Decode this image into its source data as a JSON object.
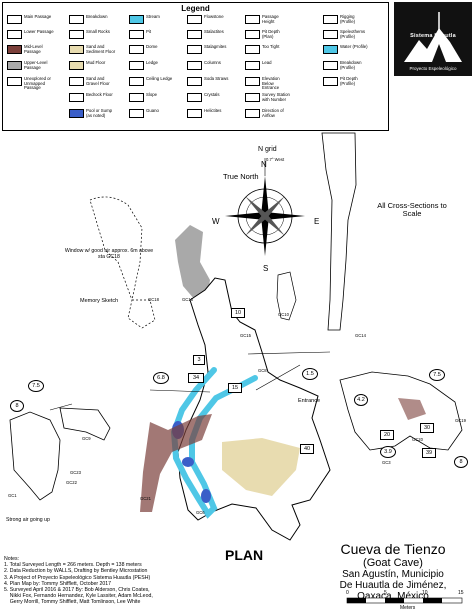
{
  "legend": {
    "title": "Legend",
    "items": [
      {
        "label": "Main Passage",
        "col": 0,
        "row": 0
      },
      {
        "label": "Lower Passage",
        "col": 0,
        "row": 1
      },
      {
        "label": "Mid-Level Passage",
        "col": 0,
        "row": 2
      },
      {
        "label": "Upper-Level Passage",
        "col": 0,
        "row": 3
      },
      {
        "label": "Unexplored or Unmapped Passage",
        "col": 0,
        "row": 4
      },
      {
        "label": "Breakdown",
        "col": 1,
        "row": 0
      },
      {
        "label": "Small Rocks",
        "col": 1,
        "row": 1
      },
      {
        "label": "Sand and Sediment Floor",
        "col": 1,
        "row": 2
      },
      {
        "label": "Mud Floor",
        "col": 1,
        "row": 3
      },
      {
        "label": "Sand and Gravel Floor",
        "col": 1,
        "row": 4
      },
      {
        "label": "Bedrock Floor",
        "col": 1,
        "row": 5
      },
      {
        "label": "Pool or Sump (as noted)",
        "col": 1,
        "row": 6
      },
      {
        "label": "Stream",
        "col": 2,
        "row": 0
      },
      {
        "label": "Pit",
        "col": 2,
        "row": 1
      },
      {
        "label": "Dome",
        "col": 2,
        "row": 2
      },
      {
        "label": "Ledge",
        "col": 2,
        "row": 3
      },
      {
        "label": "Ceiling Ledge",
        "col": 2,
        "row": 4
      },
      {
        "label": "Slope",
        "col": 2,
        "row": 5
      },
      {
        "label": "Guano",
        "col": 2,
        "row": 6
      },
      {
        "label": "Flowstone",
        "col": 3,
        "row": 0
      },
      {
        "label": "Stalactites",
        "col": 3,
        "row": 1
      },
      {
        "label": "Stalagmites",
        "col": 3,
        "row": 2
      },
      {
        "label": "Columns",
        "col": 3,
        "row": 3
      },
      {
        "label": "Soda Straws",
        "col": 3,
        "row": 4
      },
      {
        "label": "Crystals",
        "col": 3,
        "row": 5
      },
      {
        "label": "Helictites",
        "col": 3,
        "row": 6
      },
      {
        "label": "Passage Height",
        "col": 4,
        "row": 0
      },
      {
        "label": "Pit Depth (Plan)",
        "col": 4,
        "row": 1
      },
      {
        "label": "Too Tight",
        "col": 4,
        "row": 2
      },
      {
        "label": "Lead",
        "col": 4,
        "row": 3
      },
      {
        "label": "Elevation Below Entrance",
        "col": 4,
        "row": 4
      },
      {
        "label": "Survey Station with Number",
        "col": 4,
        "row": 5
      },
      {
        "label": "Direction of Airflow",
        "col": 4,
        "row": 6
      },
      {
        "label": "Rigging (Profile)",
        "col": 5,
        "row": 0
      },
      {
        "label": "Speleothems (Profile)",
        "col": 5,
        "row": 1
      },
      {
        "label": "Water (Profile)",
        "col": 5,
        "row": 2
      },
      {
        "label": "Breakdown (Profile)",
        "col": 5,
        "row": 3
      },
      {
        "label": "Pit Depth (Profile)",
        "col": 5,
        "row": 4
      }
    ]
  },
  "logo": {
    "org_name": "Sistema Huautla",
    "tagline": "Proyecto Espeleológico"
  },
  "compass": {
    "n_grid": "N grid",
    "declination": "0.7° West",
    "true_north": "True North",
    "n": "N",
    "e": "E",
    "s": "S",
    "w": "W"
  },
  "cross_section_note": "All Cross-Sections to Scale",
  "window_note": "Window w/ good air approx. 6m above sta GC18",
  "memory_sketch": "Memory Sketch",
  "entrance_label": "Entrance",
  "strong_air_note": "Strong air going up",
  "plan_label": "PLAN",
  "stations": [
    "GC18",
    "GC16",
    "GC15",
    "GC14",
    "GC10",
    "GC9",
    "GC21",
    "GC22",
    "GC23",
    "GC6",
    "GC8",
    "GC19",
    "GC20",
    "GC1",
    "GC3"
  ],
  "heights_boxed": [
    "10",
    "3",
    "34",
    "40",
    "15",
    "30",
    "20",
    "39"
  ],
  "heights_circled": [
    "7.5",
    "6.8",
    "1.5",
    "8",
    "4.2",
    "7.5",
    "3.9",
    "8"
  ],
  "title": {
    "name": "Cueva de Tienzo",
    "subtitle": "(Goat Cave)",
    "location_1": "San Agustín, Municipio",
    "location_2": "De Huautla de Jiménez,",
    "location_3": "Oaxaca, México"
  },
  "notes": {
    "heading": "Notes:",
    "lines": [
      "1. Total Surveyed Length = 266 meters.  Depth = 138 meters",
      "2. Data Reduction by WALLS, Drafting by Bentley Microstation",
      "3. A Project of Proyecto Espeleológico Sistema Huautla (PESH)",
      "4. Plan Map by: Tommy Shifflett, October 2017",
      "5. Surveyed April 2016 & 2017 By: Bob Alderson, Chris Coates,",
      "    Nikki Fox, Fernando Hernandez, Kyle Lassiter, Adam McLeod,",
      "    Gerry Morrill, Tommy Shifflett, Matt Tomlinson, Lee White"
    ]
  },
  "scale": {
    "ticks": [
      "0",
      "5",
      "10",
      "15"
    ],
    "unit": "Meters"
  },
  "colors": {
    "pool": "#3a5ec8",
    "stream": "#4fc7e6",
    "upper_passage": "#a9a9a9",
    "mid_passage": "#7b3f3a",
    "sediment": "#e8dcb0",
    "logo_bg": "#111111"
  }
}
